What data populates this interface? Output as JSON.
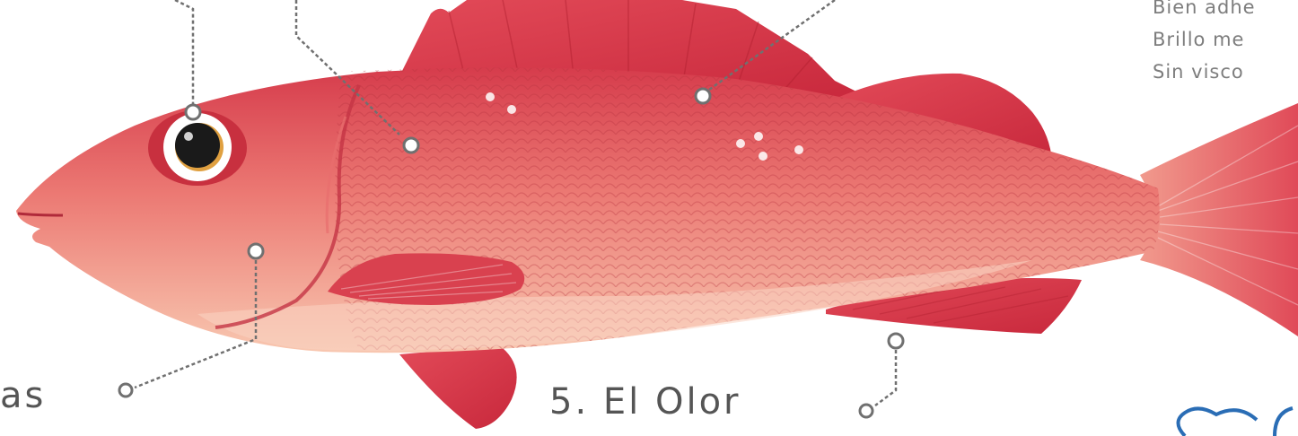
{
  "labels": {
    "gills_partial": "as",
    "smell": "5. El Olor"
  },
  "notes": {
    "line1": "Bien adhe",
    "line2": "Brillo me",
    "line3": "Sin visco"
  },
  "colors": {
    "body_top": "#d9414f",
    "body_bottom": "#f6b9a3",
    "fin": "#d93a4b",
    "connector": "#707070",
    "text": "#555555",
    "logo": "#2a6db5"
  },
  "icons": [
    "fish-illustration",
    "eye-icon",
    "connector-dot-icon",
    "logo-icon"
  ]
}
